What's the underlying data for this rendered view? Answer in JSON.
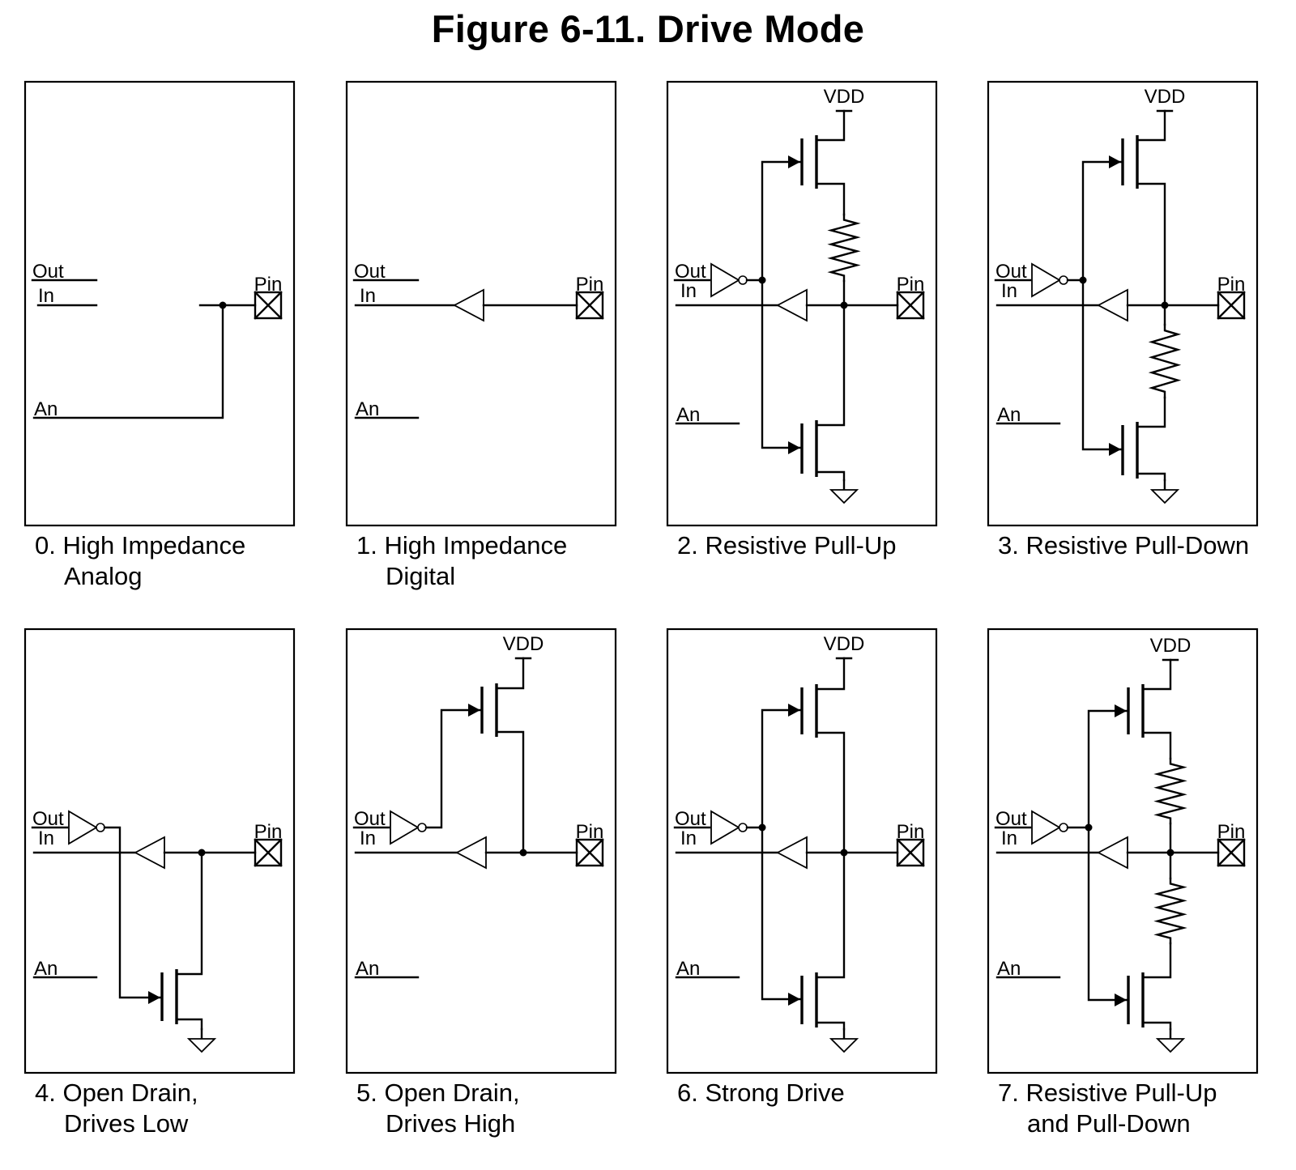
{
  "title": "Figure 6-11. Drive Mode",
  "labels": {
    "out": "Out",
    "in": "In",
    "an": "An",
    "pin": "Pin",
    "vdd": "VDD"
  },
  "panels": [
    {
      "caption": [
        "0. High Impedance",
        "Analog"
      ]
    },
    {
      "caption": [
        "1. High Impedance",
        "Digital"
      ]
    },
    {
      "caption": [
        "2. Resistive Pull-Up"
      ]
    },
    {
      "caption": [
        "3. Resistive Pull-Down"
      ]
    },
    {
      "caption": [
        "4. Open Drain,",
        "Drives Low"
      ]
    },
    {
      "caption": [
        "5. Open Drain,",
        "Drives High"
      ]
    },
    {
      "caption": [
        "6. Strong Drive"
      ]
    },
    {
      "caption": [
        "7. Resistive Pull-Up",
        "and Pull-Down"
      ]
    }
  ]
}
